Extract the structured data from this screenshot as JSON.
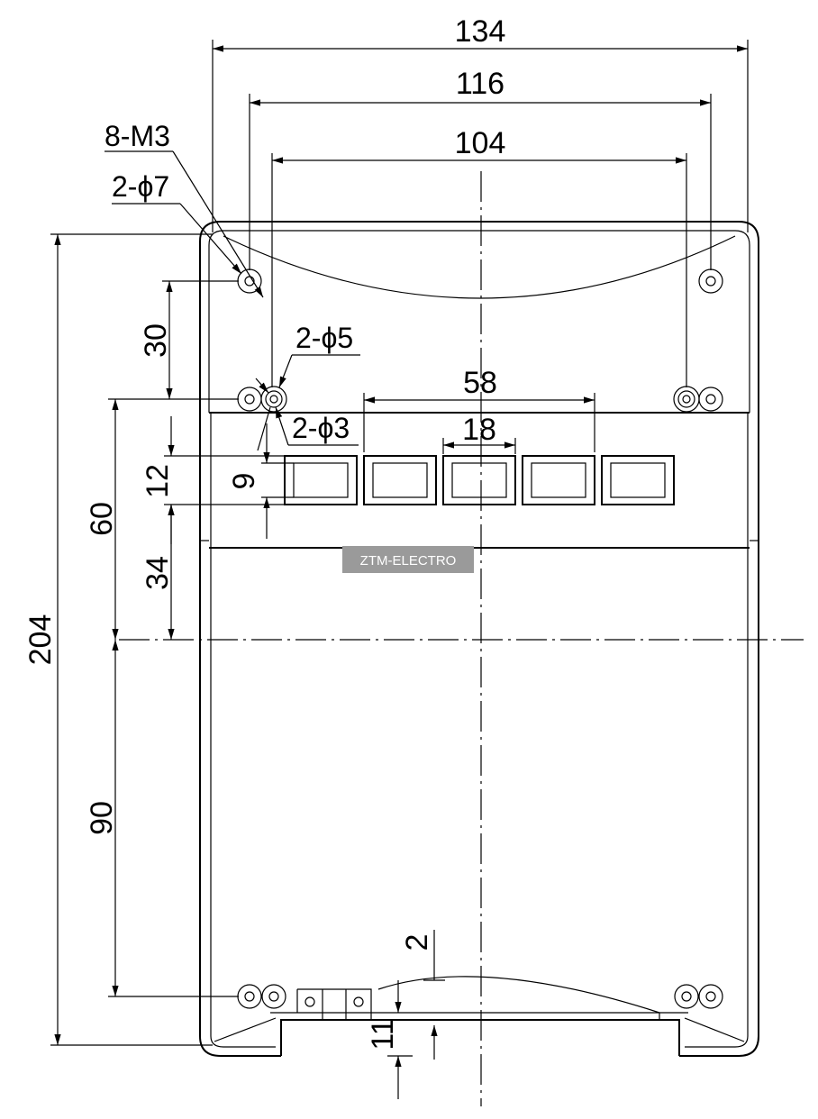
{
  "drawing": {
    "dimensions": {
      "overall_width": "134",
      "hole_spacing_outer": "116",
      "hole_spacing_inner": "104",
      "total_height": "204",
      "top_hole_offset": "30",
      "window_pitch_span": "58",
      "window_width": "18",
      "window_band_height": "12",
      "window_height": "9",
      "upper_offset": "60",
      "lower_offset": "34",
      "bottom_offset": "90",
      "bottom_step": "2",
      "bottom_depth": "11"
    },
    "callouts": {
      "screws": "8-M3",
      "holes_7": "2-ϕ7",
      "holes_5": "2-ϕ5",
      "holes_3": "2-ϕ3"
    },
    "watermark": "ZTM-ELECTRO",
    "colors": {
      "line": "#000000",
      "watermark_bg": "#9a9a9a",
      "background": "#ffffff"
    }
  }
}
